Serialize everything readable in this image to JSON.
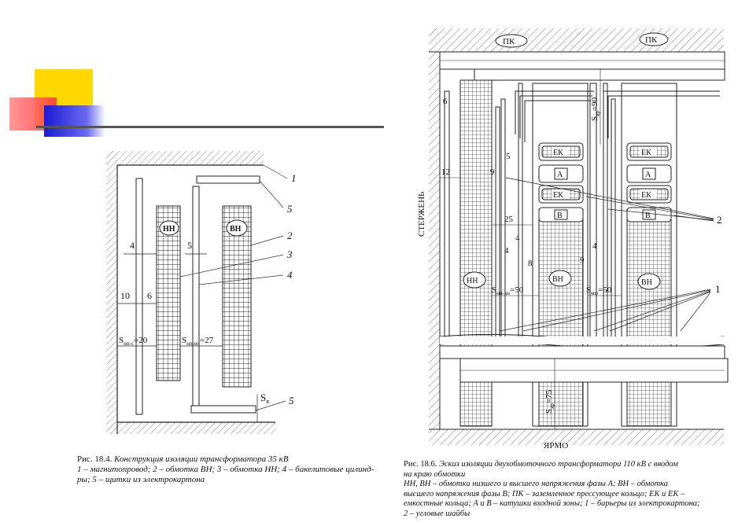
{
  "fig_left": {
    "num_labels": [
      "1",
      "5",
      "2",
      "3",
      "4",
      "5"
    ],
    "dims": {
      "d4": "4",
      "d5": "5",
      "d10": "10",
      "d6": "6",
      "s_nn_s": "S",
      "s_nn_s_sub": "нн-с",
      "s_nn_s_val": "=20",
      "s_nn_vn": "S",
      "s_nn_vn_sub": "нн-вн",
      "s_nn_vn_val": "=27",
      "s_ya": "S",
      "s_ya_sub": "я"
    },
    "coil_nn": "НН",
    "coil_vn": "ВН"
  },
  "fig_right": {
    "pk1": "ПК",
    "pk2": "ПК",
    "sterzhen": "СТЕРЖЕНЬ",
    "yarmo": "ЯРМО",
    "ek1a": "ЕК",
    "ek1b": "ЕК",
    "a1": "А",
    "a2": "А",
    "ek2a": "ЕК",
    "ek2b": "ЕК",
    "b1": "В",
    "b2": "В",
    "nn_a": "НН",
    "vn_a": "ВН",
    "vn_b": "ВН",
    "d6": "6",
    "d12": "12",
    "d9a": "9",
    "d5": "5",
    "d25": "25",
    "d4a": "4",
    "d4b": "4",
    "d8": "8",
    "d9b": "9",
    "d4c": "4",
    "s_vr": "S",
    "s_vr_sub": "вр",
    "s_vr_val": "=90",
    "s_nnvn": "S",
    "s_nnvn_sub": "нн-вн",
    "s_nnvn_val": "=50",
    "s_mf": "S",
    "s_mf_sub": "мф",
    "s_mf_val": "=50",
    "s_yr": "S",
    "s_yr_sub": "яр",
    "s_yr_val": "=75",
    "callout2": "2",
    "callout1": "1"
  },
  "caption_left": {
    "lead": "Рис. 18.4.",
    "title": "Конструкция изоляции трансформатора 35 кВ",
    "l2": "1 – магнитопровод; 2 – обмотка ВН; 3 – обмотка НН; 4 – бакелитовые цилинд-",
    "l3": "ры; 5 – щитки из электрокартона"
  },
  "caption_right": {
    "lead": "Рис. 18.6.",
    "l1": "Эскиз изоляции двухобмоточного трансформатора 110 кВ с вводом",
    "l2": "на краю обмотки",
    "l3": "НН, ВН – обмотки низшего и высшего напряжения фазы А; ВН – обмотка",
    "l4": "высшего напряжения фазы В; ПК – заземленное прессующее кольцо; ЕК и ЕК –",
    "l5": "емкостные кольца; А и В – катушки входной зоны; 1 – барьеры из электрокартона;",
    "l6": "2 – угловые шайбы"
  }
}
